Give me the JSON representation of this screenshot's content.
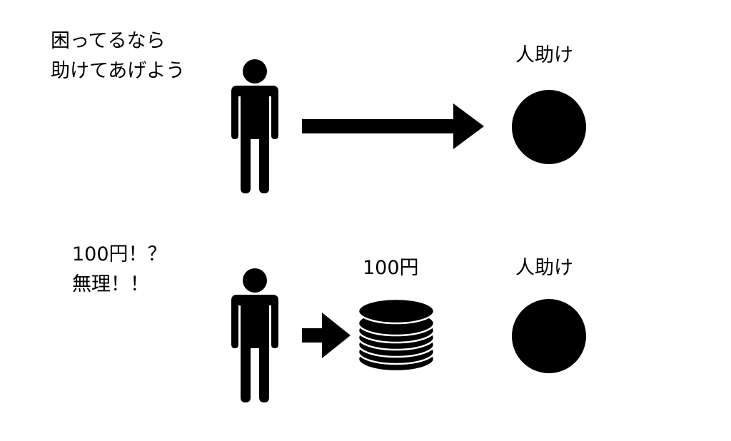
{
  "top_panel": {
    "caption_line1": "困ってるなら",
    "caption_line2": "助けてあげよう",
    "target_label": "人助け"
  },
  "bottom_panel": {
    "caption_line1": "100円！？",
    "caption_line2": "無理！！",
    "coin_label": "100円",
    "target_label": "人助け"
  },
  "colors": {
    "ink": "#000000",
    "background": "#ffffff"
  }
}
